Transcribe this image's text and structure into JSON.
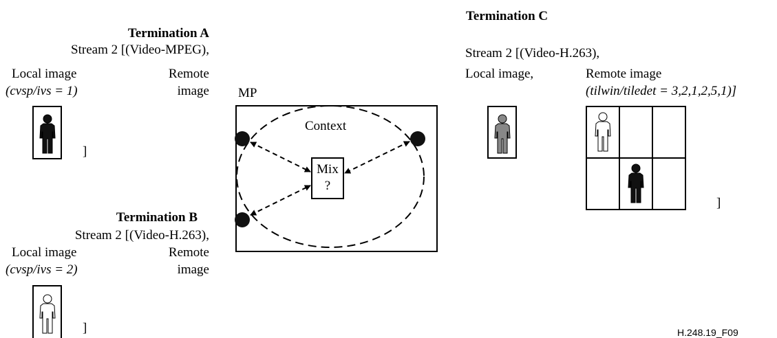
{
  "termination_a": {
    "title": "Termination A",
    "stream_line": "Stream 2 [(Video-MPEG),",
    "local_label": "Local image",
    "local_param": "(cvsp/ivs = 1)",
    "remote_label_1": "Remote",
    "remote_label_2": "image",
    "bracket": "]"
  },
  "termination_b": {
    "title": "Termination B",
    "stream_line": "Stream 2 [(Video-H.263),",
    "local_label": "Local image",
    "local_param": "(cvsp/ivs = 2)",
    "remote_label_1": "Remote",
    "remote_label_2": "image",
    "bracket": "]"
  },
  "termination_c": {
    "title": "Termination C",
    "stream_line": "Stream 2 [(Video-H.263),",
    "local_label": "Local image,",
    "remote_label": "Remote image",
    "remote_param": "(tilwin/tiledet = 3,2,1,2,5,1)]",
    "bracket": "]"
  },
  "mp": {
    "label": "MP",
    "context_label": "Context",
    "mix_label": "Mix",
    "mix_query": "?"
  },
  "figure_id": "H.248.19_F09",
  "colors": {
    "line": "#000000",
    "dark_figure": "#111111",
    "grey_figure": "#888888",
    "white_figure": "#ffffff"
  }
}
